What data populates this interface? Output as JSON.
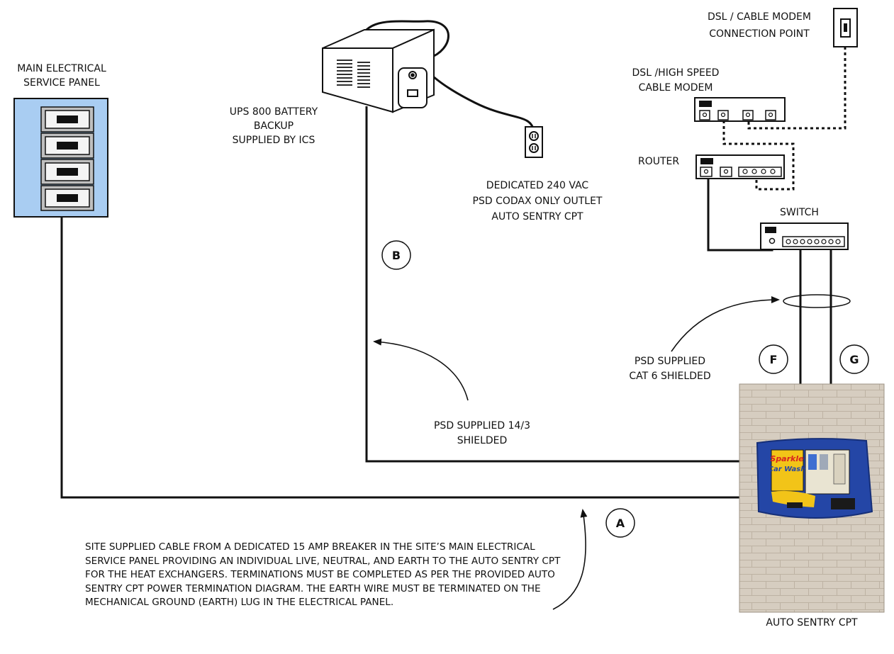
{
  "labels": {
    "main_panel": [
      "MAIN ELECTRICAL",
      "SERVICE PANEL"
    ],
    "ups": [
      "UPS 800 BATTERY",
      "BACKUP",
      "SUPPLIED BY ICS"
    ],
    "outlet": [
      "DEDICATED 240 VAC",
      "PSD CODAX ONLY OUTLET",
      "AUTO SENTRY CPT"
    ],
    "modem_connection": [
      "DSL / CABLE MODEM",
      "CONNECTION POINT"
    ],
    "modem": [
      "DSL /HIGH SPEED",
      "CABLE  MODEM"
    ],
    "router": "ROUTER",
    "switch": "SWITCH",
    "cable_14_3": [
      "PSD SUPPLIED  14/3",
      "SHIELDED"
    ],
    "cat6": [
      "PSD SUPPLIED",
      "CAT 6 SHIELDED"
    ],
    "kiosk": "AUTO SENTRY CPT",
    "kiosk_sign": [
      "Sparkle",
      "Car Wash"
    ]
  },
  "bubbles": {
    "a": "A",
    "b": "B",
    "f": "F",
    "g": "G"
  },
  "site_cable_note": "SITE SUPPLIED CABLE FROM A DEDICATED 15 AMP BREAKER IN THE SITE’S MAIN ELECTRICAL SERVICE PANEL PROVIDING AN INDIVIDUAL LIVE, NEUTRAL, AND EARTH TO THE AUTO SENTRY CPT FOR THE HEAT EXCHANGERS. TERMINATIONS MUST BE COMPLETED AS PER THE PROVIDED AUTO SENTRY CPT POWER TERMINATION DIAGRAM. THE EARTH WIRE MUST BE TERMINATED ON THE MECHANICAL GROUND (EARTH)  LUG IN THE ELECTRICAL PANEL.",
  "colors": {
    "panel_bg": "#a9cdf2",
    "breaker": "#bfbfbf",
    "kiosk_wall": "#d9d0c4",
    "kiosk_body": "#2446a6",
    "kiosk_screen": "#f2c418"
  },
  "icons": [
    "breaker-icon",
    "ups-device-icon",
    "outlet-icon",
    "wall-jack-icon",
    "modem-icon",
    "router-icon",
    "switch-icon",
    "kiosk-photo"
  ]
}
